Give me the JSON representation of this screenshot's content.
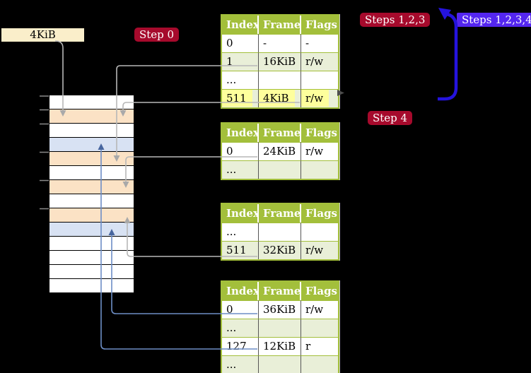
{
  "colors": {
    "background": "#000000",
    "table_header_bg": "#a3bf3b",
    "table_row_alt_bg": "#e9efd8",
    "highlight_yellow": "#feff9c",
    "page_peach": "#fbe2c5",
    "page_blue": "#d8e2f3",
    "label_wheat": "#faeeca",
    "badge_crimson": "#a60a2c",
    "badge_violet": "#5426f0",
    "arrow_gray": "#b7b7b7",
    "arrow_gray_head": "#a9a9a9",
    "arrow_blue": "#6d8ec6",
    "arrow_blue_head": "#47669f",
    "arrow_loop_blue": "#2513dd",
    "tick_gray": "#8a8a8a",
    "dash_gray": "#4d4d4d"
  },
  "page_size_label": "4KiB",
  "badges": {
    "step0": "Step 0",
    "steps123": "Steps 1,2,3",
    "steps1234": "Steps 1,2,3,4",
    "step4": "Step 4"
  },
  "memory_map": {
    "rows": [
      "white",
      "peach",
      "white",
      "blue",
      "peach",
      "white",
      "peach",
      "white",
      "peach",
      "blue",
      "white",
      "white",
      "white",
      "white"
    ]
  },
  "tables": [
    {
      "name": "page-table-1",
      "headers": [
        "Index",
        "Frame",
        "Flags"
      ],
      "rows": [
        {
          "cells": [
            "0",
            "-",
            "-"
          ],
          "alt": false,
          "highlight": false
        },
        {
          "cells": [
            "1",
            "16KiB",
            "r/w"
          ],
          "alt": true,
          "highlight": false
        },
        {
          "cells": [
            "...",
            "",
            ""
          ],
          "alt": false,
          "highlight": false
        },
        {
          "cells": [
            "511",
            "4KiB",
            "r/w"
          ],
          "alt": true,
          "highlight": true
        }
      ]
    },
    {
      "name": "page-table-2",
      "headers": [
        "Index",
        "Frame",
        "Flags"
      ],
      "rows": [
        {
          "cells": [
            "0",
            "24KiB",
            "r/w"
          ],
          "alt": false,
          "highlight": false
        },
        {
          "cells": [
            "...",
            "",
            ""
          ],
          "alt": true,
          "highlight": false
        }
      ]
    },
    {
      "name": "page-table-3",
      "headers": [
        "Index",
        "Frame",
        "Flags"
      ],
      "rows": [
        {
          "cells": [
            "...",
            "",
            ""
          ],
          "alt": false,
          "highlight": false
        },
        {
          "cells": [
            "511",
            "32KiB",
            "r/w"
          ],
          "alt": true,
          "highlight": false
        }
      ]
    },
    {
      "name": "page-table-4",
      "headers": [
        "Index",
        "Frame",
        "Flags"
      ],
      "rows": [
        {
          "cells": [
            "0",
            "36KiB",
            "r/w"
          ],
          "alt": false,
          "highlight": false
        },
        {
          "cells": [
            "...",
            "",
            ""
          ],
          "alt": true,
          "highlight": false
        },
        {
          "cells": [
            "127",
            "12KiB",
            "r"
          ],
          "alt": false,
          "highlight": false
        },
        {
          "cells": [
            "...",
            "",
            ""
          ],
          "alt": true,
          "highlight": false
        }
      ]
    }
  ]
}
